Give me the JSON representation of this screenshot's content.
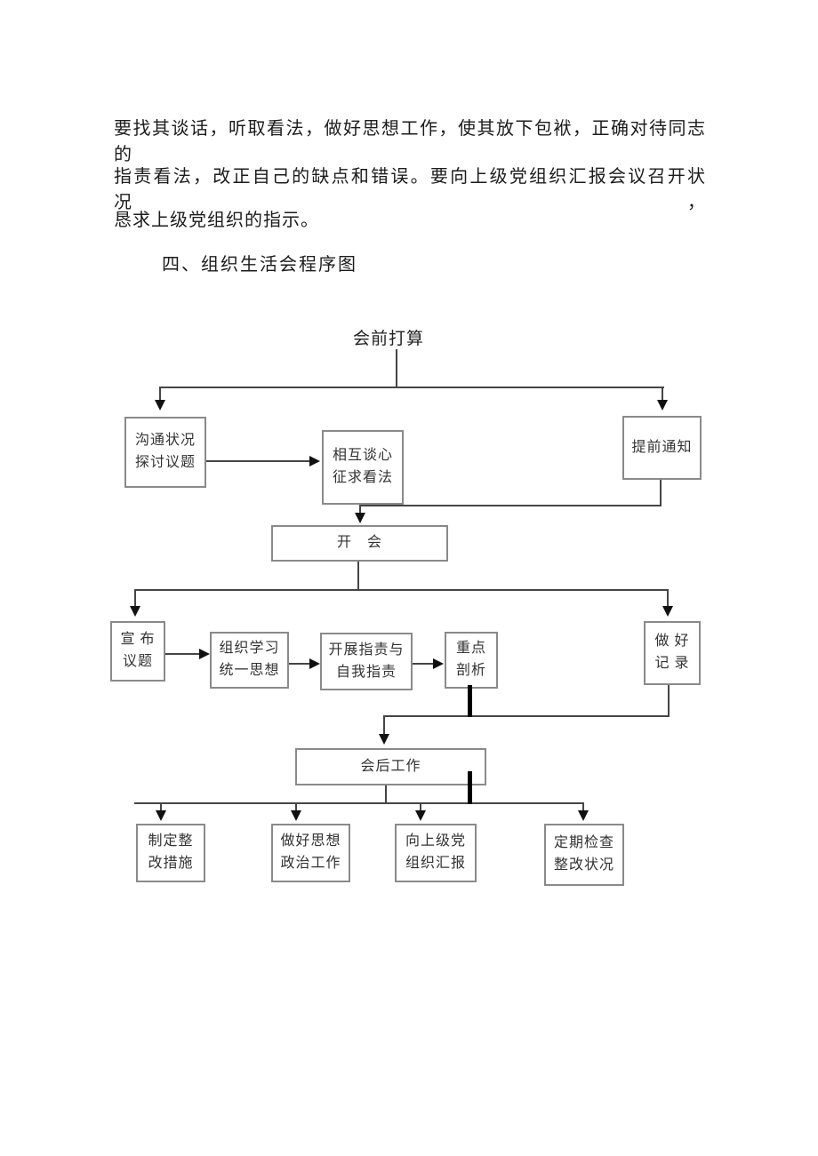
{
  "document": {
    "paragraph_lines": [
      "要找其谈话，听取看法，做好思想工作，使其放下包袱，正确对待同志的",
      "指责看法，改正自己的缺点和错误。要向上级党组织汇报会议召开状况，",
      "恳求上级党组织的指示。"
    ],
    "section_heading": "四、组织生活会程序图"
  },
  "flowchart": {
    "title": "会前打算",
    "nodes": {
      "communicate": {
        "line1": "沟通状况",
        "line2": "探讨议题"
      },
      "talk": {
        "line1": "相互谈心",
        "line2": "征求看法"
      },
      "notify": {
        "label": "提前通知"
      },
      "meeting": {
        "label": "开　会"
      },
      "announce": {
        "line1": "宣 布",
        "line2": "议题"
      },
      "study": {
        "line1": "组织学习",
        "line2": "统一思想"
      },
      "criticize": {
        "line1": "开展指责与",
        "line2": "自我指责"
      },
      "analyze": {
        "line1": "重点",
        "line2": "剖析"
      },
      "record": {
        "line1": "做 好",
        "line2": "记 录"
      },
      "after": {
        "label": "会后工作"
      },
      "measures": {
        "line1": "制定整",
        "line2": "改措施"
      },
      "ideology": {
        "line1": "做好思想",
        "line2": "政治工作"
      },
      "report": {
        "line1": "向上级党",
        "line2": "组织汇报"
      },
      "inspect": {
        "line1": "定期检查",
        "line2": "整改状况"
      }
    },
    "colors": {
      "connector_line": "#454545",
      "box_border": "#8a8a8a",
      "thick_line": "#000000",
      "text": "#333333"
    }
  }
}
